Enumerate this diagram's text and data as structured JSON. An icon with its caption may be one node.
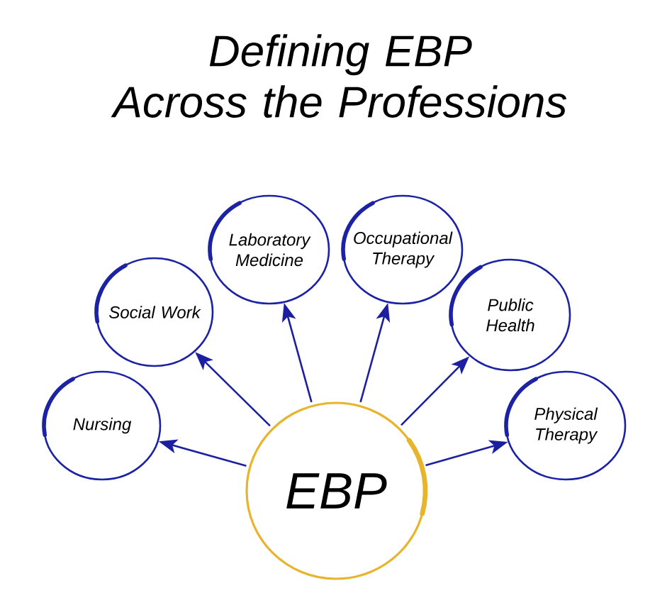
{
  "diagram": {
    "title": "Defining EBP Across the Professions",
    "nodes": [
      {
        "text": [
          "Laboratory Medicine"
        ]
      },
      {
        "text": [
          "Occupational Therapy"
        ]
      },
      {
        "text": [
          "Social Work"
        ]
      },
      {
        "text": [
          "Public Health"
        ]
      },
      {
        "text": [
          "Nursing"
        ]
      },
      {
        "text": [
          "Physical Therapy"
        ]
      },
      {
        "text": [
          "EBP"
        ]
      }
    ],
    "edges": [
      {
        "from": 6,
        "to": 4,
        "arrow": "to"
      },
      {
        "from": 6,
        "to": 2,
        "arrow": "to"
      },
      {
        "from": 6,
        "to": 0,
        "arrow": "to"
      },
      {
        "from": 6,
        "to": 1,
        "arrow": "to"
      },
      {
        "from": 6,
        "to": 3,
        "arrow": "to"
      },
      {
        "from": 6,
        "to": 5,
        "arrow": "to"
      }
    ]
  }
}
